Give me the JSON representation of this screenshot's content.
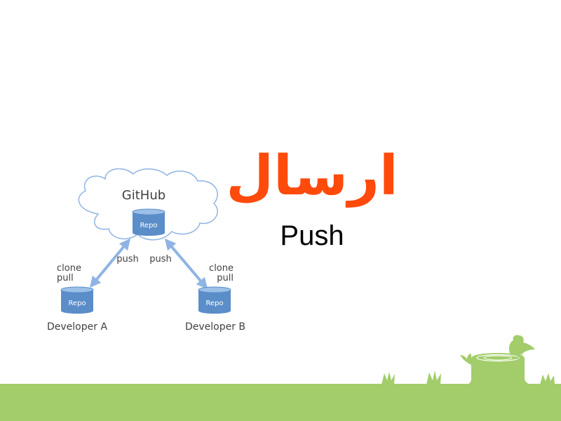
{
  "slide": {
    "title_fa": "ارسال",
    "title_en": "Push"
  },
  "diagram": {
    "server_label": "GitHub",
    "repo_label": "Repo",
    "push_left": "push",
    "push_right": "push",
    "left_ops": [
      "clone",
      "pull"
    ],
    "right_ops": [
      "clone",
      "pull"
    ],
    "developer_a": "Developer A",
    "developer_b": "Developer B"
  },
  "colors": {
    "title_accent": "#ff4a0c",
    "repo_fill": "#5b8ec9",
    "arrow": "#8fb4e3",
    "cloud_stroke": "#8fb4e3",
    "ground": "#a2cd6a"
  },
  "decor": {
    "icons": [
      "grass-tuft-icon",
      "tree-stump-icon",
      "bird-icon"
    ]
  }
}
